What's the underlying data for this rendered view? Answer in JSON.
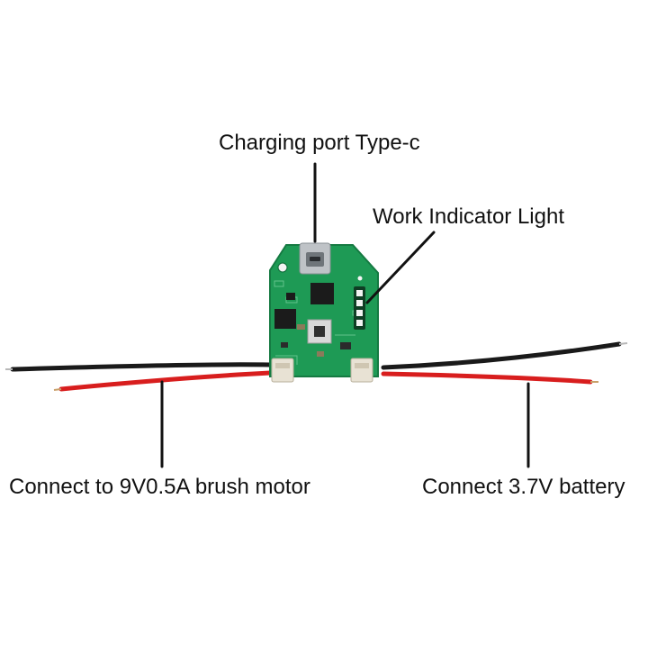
{
  "annotations": {
    "charging_port": "Charging port Type-c",
    "indicator_light": "Work Indicator Light",
    "motor_connection": "Connect to 9V0.5A brush motor",
    "battery_connection": "Connect 3.7V battery"
  },
  "colors": {
    "background": "#ffffff",
    "pcb": "#1e9a55",
    "pcb_dark": "#157a42",
    "wire_red": "#d81e1e",
    "wire_black": "#1a1a1a",
    "connector": "#e8e2d4",
    "chip": "#1b1b1b",
    "usb": "#bfc3c7",
    "led_strip": "#0f3d24",
    "leader_line": "#111111"
  },
  "icons": [
    "pcb-board",
    "usb-type-c-port",
    "push-button",
    "led-indicator",
    "jst-connector"
  ]
}
